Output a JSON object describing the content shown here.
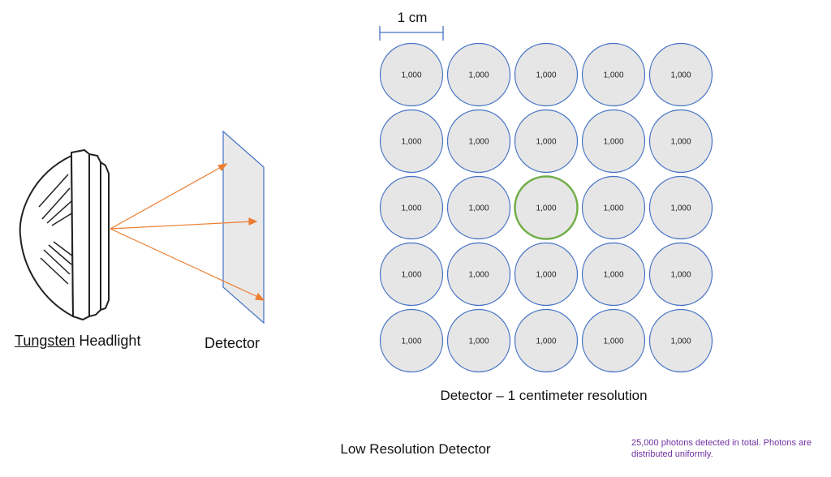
{
  "scale_bar": {
    "label": "1 cm"
  },
  "headlight": {
    "label_underlined": "Tungsten",
    "label_rest": " Headlight"
  },
  "detector": {
    "label": "Detector"
  },
  "grid": {
    "rows": 5,
    "cols": 5,
    "cell_value": "1,000",
    "highlight": {
      "row": 2,
      "col": 2
    },
    "caption": "Detector – 1 centimeter resolution"
  },
  "title": "Low Resolution Detector",
  "note": "25,000 photons detected in total.  Photons are distributed uniformly.",
  "colors": {
    "cell_fill": "#e6e6e6",
    "cell_stroke": "#4472c4",
    "highlight_stroke": "#70ad47",
    "ray": "#ed7d31",
    "note": "#7030a0"
  }
}
